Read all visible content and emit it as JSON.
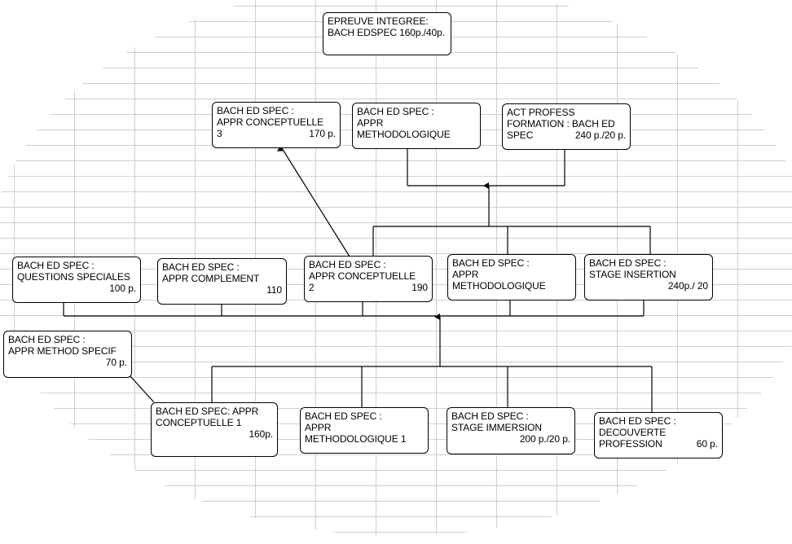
{
  "nodes": [
    {
      "id": "epreuve-integree",
      "lines": [
        [
          "EPREUVE INTEGREE:"
        ],
        [
          "BACH EDSPEC 160p./40p."
        ]
      ]
    },
    {
      "id": "appr-conceptuelle-3",
      "lines": [
        [
          "BACH ED SPEC :"
        ],
        [
          "APPR CONCEPTUELLE"
        ],
        [
          "3",
          "170 p."
        ]
      ]
    },
    {
      "id": "appr-methodologique-top",
      "lines": [
        [
          "BACH ED SPEC :"
        ],
        [
          "APPR"
        ],
        [
          "METHODOLOGIQUE"
        ]
      ]
    },
    {
      "id": "act-profess-formation",
      "lines": [
        [
          "ACT PROFESS"
        ],
        [
          "FORMATION : BACH ED"
        ],
        [
          "SPEC",
          "240 p./20 p."
        ]
      ]
    },
    {
      "id": "questions-speciales",
      "lines": [
        [
          "BACH ED SPEC :"
        ],
        [
          "QUESTIONS SPECIALES"
        ],
        [
          "",
          "100 p."
        ]
      ]
    },
    {
      "id": "appr-complement",
      "lines": [
        [
          "BACH ED SPEC :"
        ],
        [
          "APPR COMPLEMENT"
        ],
        [
          "",
          "110"
        ]
      ]
    },
    {
      "id": "appr-conceptuelle-2",
      "lines": [
        [
          "BACH ED SPEC :"
        ],
        [
          "APPR CONCEPTUELLE"
        ],
        [
          "2",
          "190"
        ]
      ]
    },
    {
      "id": "appr-methodologique-mid",
      "lines": [
        [
          "BACH ED SPEC :"
        ],
        [
          "APPR"
        ],
        [
          "METHODOLOGIQUE"
        ]
      ]
    },
    {
      "id": "stage-insertion",
      "lines": [
        [
          "BACH ED SPEC :"
        ],
        [
          "STAGE INSERTION"
        ],
        [
          "",
          "240p./ 20"
        ]
      ]
    },
    {
      "id": "appr-method-specif",
      "lines": [
        [
          "BACH ED SPEC :"
        ],
        [
          "APPR METHOD SPECIF"
        ],
        [
          "",
          "70 p."
        ]
      ]
    },
    {
      "id": "appr-conceptuelle-1",
      "lines": [
        [
          "BACH ED SPEC: APPR"
        ],
        [
          "CONCEPTUELLE 1"
        ],
        [
          "",
          "160p."
        ]
      ]
    },
    {
      "id": "appr-methodologique-1",
      "lines": [
        [
          "BACH ED SPEC :"
        ],
        [
          "APPR"
        ],
        [
          "METHODOLOGIQUE 1"
        ]
      ]
    },
    {
      "id": "stage-immersion",
      "lines": [
        [
          "BACH ED SPEC :"
        ],
        [
          "STAGE IMMERSION"
        ],
        [
          "",
          "200 p./20 p."
        ]
      ]
    },
    {
      "id": "decouverte-profession",
      "lines": [
        [
          "BACH ED SPEC :"
        ],
        [
          "DECOUVERTE"
        ],
        [
          "PROFESSION",
          "60 p."
        ]
      ]
    }
  ],
  "edges": [
    {
      "from": [
        "appr-conceptuelle-1",
        "appr-methodologique-1",
        "stage-immersion",
        "decouverte-profession"
      ],
      "to": [
        "questions-speciales",
        "appr-complement",
        "appr-conceptuelle-2",
        "appr-methodologique-mid",
        "stage-insertion"
      ],
      "arrow": true
    },
    {
      "from": [
        "appr-conceptuelle-1"
      ],
      "to": [
        "appr-method-specif"
      ],
      "arrow": false
    },
    {
      "from": [
        "appr-conceptuelle-2",
        "appr-methodologique-mid",
        "stage-insertion"
      ],
      "to": [
        "appr-methodologique-top",
        "act-profess-formation"
      ],
      "arrow": true
    },
    {
      "from": [
        "appr-conceptuelle-2"
      ],
      "to": [
        "appr-conceptuelle-3"
      ],
      "arrow": true
    }
  ]
}
